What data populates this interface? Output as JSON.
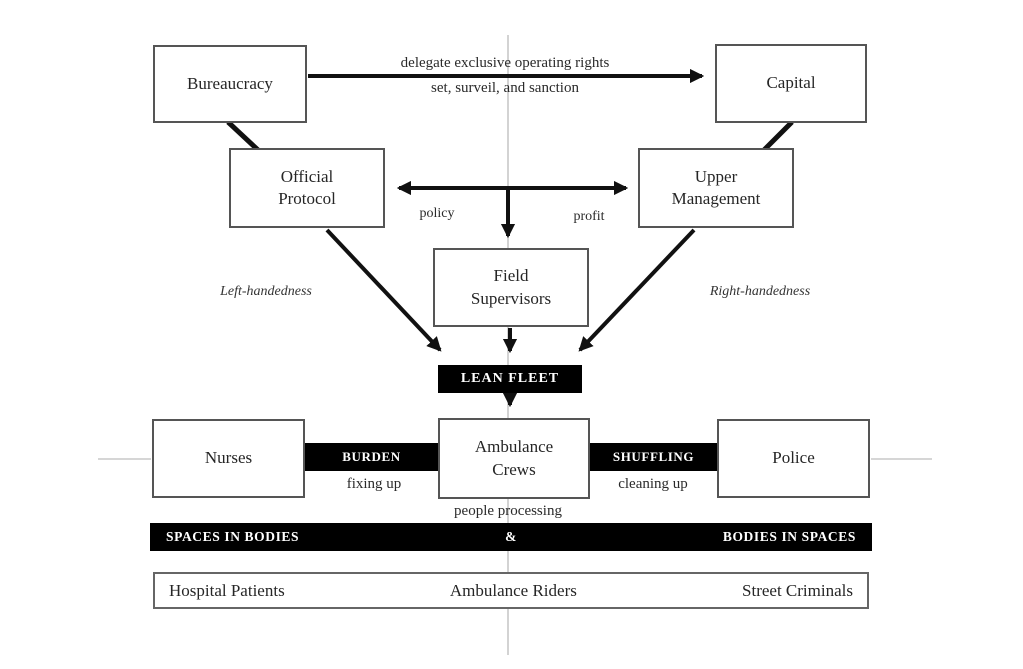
{
  "boxes": {
    "bureaucracy": "Bureaucracy",
    "capital": "Capital",
    "official_protocol": "Official Protocol",
    "upper_management": "Upper Management",
    "field_supervisors": "Field Supervisors",
    "lean_fleet": "LEAN FLEET",
    "nurses": "Nurses",
    "ambulance_crews": "Ambulance Crews",
    "police": "Police"
  },
  "edge_labels": {
    "delegate_line1": "delegate exclusive operating rights",
    "delegate_line2": "set, surveil, and sanction",
    "policy": "policy",
    "profit": "profit",
    "left_handedness": "Left-handedness",
    "right_handedness": "Right-handedness"
  },
  "bands": {
    "burden": "BURDEN",
    "burden_sub": "fixing up",
    "shuffling": "SHUFFLING",
    "shuffling_sub": "cleaning up",
    "people_processing": "people processing",
    "spaces_left": "SPACES IN BODIES",
    "spaces_mid": "&",
    "spaces_right": "BODIES IN SPACES"
  },
  "bottom_row": {
    "left": "Hospital Patients",
    "center": "Ambulance Riders",
    "right": "Street Criminals"
  },
  "colors": {
    "background": "#ffffff",
    "band_bg": "#000000",
    "band_text": "#ffffff",
    "box_border": "#555555",
    "arrow": "#111111",
    "crosshair": "#c8c8c8",
    "text": "#222222"
  }
}
